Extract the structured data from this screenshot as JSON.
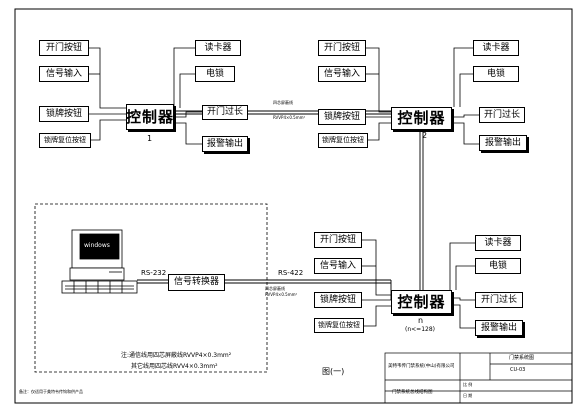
{
  "controller_unit_1": {
    "controller": "控制器",
    "number": "1",
    "open_button": "开门按钮",
    "signal_input": "信号输入",
    "lock_button": "锁牌按钮",
    "lock_reset_button": "锁牌复位按钮",
    "card_reader": "读卡器",
    "electric_lock": "电锁",
    "door_open_too_long": "开门过长",
    "alarm_output": "报警输出"
  },
  "controller_unit_2": {
    "controller": "控制器",
    "number": "2",
    "open_button": "开门按钮",
    "signal_input": "信号输入",
    "lock_button": "锁牌按钮",
    "lock_reset_button": "锁牌复位按钮",
    "card_reader": "读卡器",
    "electric_lock": "电锁",
    "door_open_too_long": "开门过长",
    "alarm_output": "报警输出"
  },
  "controller_unit_n": {
    "controller": "控制器",
    "number": "n",
    "limit": "(n<=128)",
    "open_button": "开门按钮",
    "signal_input": "信号输入",
    "lock_button": "锁牌按钮",
    "lock_reset_button": "锁牌复位按钮",
    "card_reader": "读卡器",
    "electric_lock": "电锁",
    "door_open_too_long": "开门过长",
    "alarm_output": "报警输出"
  },
  "bus_cable_top": {
    "line1": "四芯屏蔽线",
    "line2": "RVVP4×0.5mm²"
  },
  "bus_cable_bottom": {
    "line1": "四芯屏蔽线",
    "line2": "RVVP4×0.5mm²"
  },
  "pc": {
    "screen_text": "windows",
    "rs232": "RS-232"
  },
  "converter": {
    "label": "信号转换器",
    "rs422": "RS-422"
  },
  "notes": {
    "line1": "注:通信线用四芯屏蔽线RVVP4×0.3mm²",
    "line2": "其它线用四芯线RVV4×0.3mm²",
    "remark": "备注：仅适用于美特韦传钩和供产品"
  },
  "figure_caption": "图(一)",
  "title_block": {
    "company": "美特韦传门禁系统(中山)有限公司",
    "system": "门禁系统图",
    "drawing_no": "CU-03",
    "drawing_title": "门禁系统总线结构图",
    "scale_label": "比 例",
    "date_label": "日 期"
  },
  "colors": {
    "line": "#000000",
    "background": "#ffffff",
    "screen": "#000000"
  }
}
